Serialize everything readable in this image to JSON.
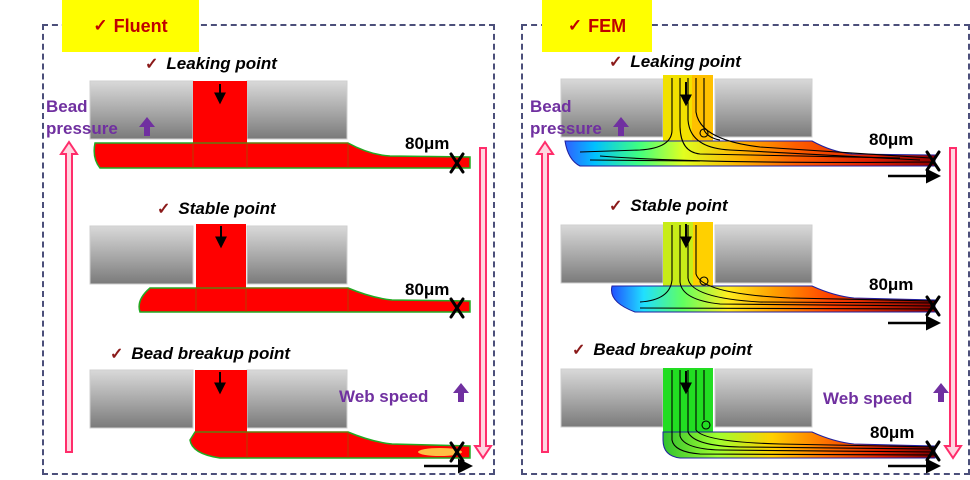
{
  "colors": {
    "accent_yellow": "#ffff00",
    "tag_text": "#c00000",
    "purple": "#7030a0",
    "pink_arrow": "#ff3366",
    "fluid_red": "#ff0000"
  },
  "left_panel": {
    "tag": "Fluent",
    "check": "✓",
    "rows": [
      {
        "label": "Leaking point",
        "dimension": "80μm"
      },
      {
        "label": "Stable point",
        "dimension": "80μm"
      },
      {
        "label": "Bead breakup point",
        "dimension": ""
      }
    ],
    "bead_pressure_line1": "Bead",
    "bead_pressure_line2": "pressure",
    "web_speed": "Web speed"
  },
  "right_panel": {
    "tag": "FEM",
    "check": "✓",
    "rows": [
      {
        "label": "Leaking point",
        "dimension": "80μm"
      },
      {
        "label": "Stable point",
        "dimension": "80μm"
      },
      {
        "label": "Bead breakup point",
        "dimension": "80μm"
      }
    ],
    "bead_pressure_line1": "Bead",
    "bead_pressure_line2": "pressure",
    "web_speed": "Web speed"
  }
}
